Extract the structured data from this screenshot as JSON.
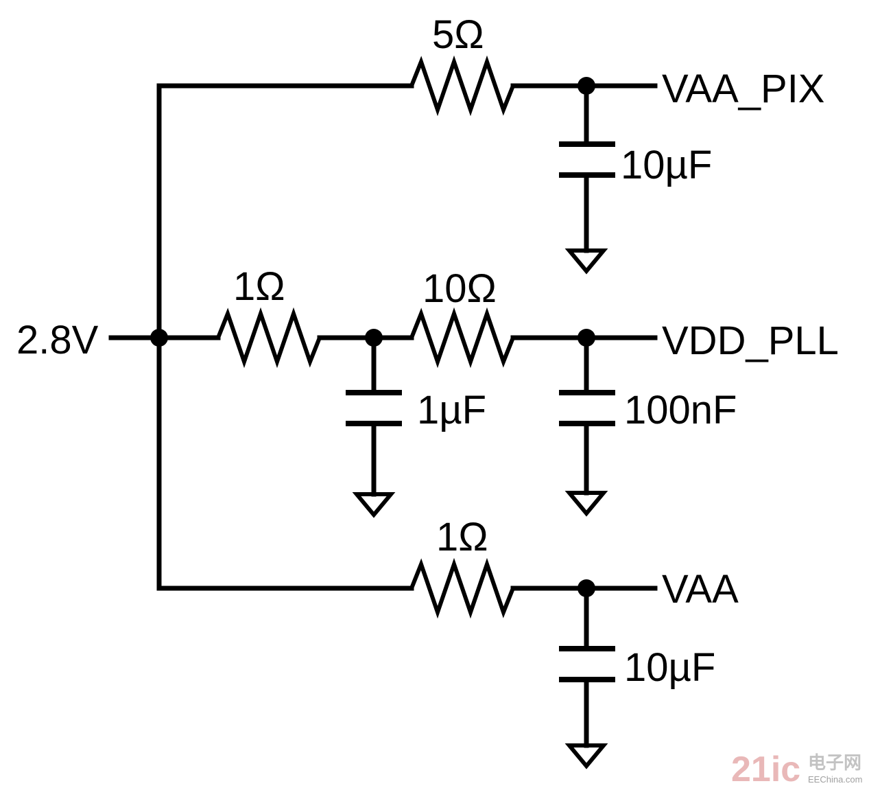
{
  "diagram": {
    "input": {
      "label": "2.8V"
    },
    "branches": [
      {
        "resistor": "5Ω",
        "output": "VAA_PIX",
        "capacitor": "10µF"
      },
      {
        "resistor_1": "1Ω",
        "capacitor_1": "1µF",
        "resistor_2": "10Ω",
        "output": "VDD_PLL",
        "capacitor_2": "100nF"
      },
      {
        "resistor": "1Ω",
        "output": "VAA",
        "capacitor": "10µF"
      }
    ]
  },
  "watermark": {
    "logo_number": "21ic",
    "logo_text": "电子网",
    "site": "EEChina.com"
  },
  "colors": {
    "ink": "#000000",
    "watermark_red": "#e2a0a0",
    "watermark_gray": "#b8b8b8"
  }
}
